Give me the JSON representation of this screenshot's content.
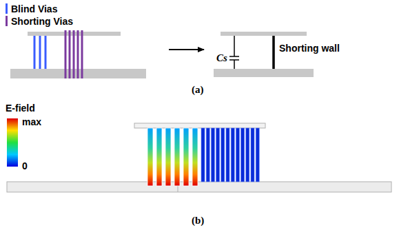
{
  "diagram": {
    "labels": [
      "Shorting wall",
      "Cs",
      "(a)",
      "E-field",
      "max",
      "0",
      "(b)"
    ],
    "legend": [
      {
        "text": "Blind Vias",
        "color": "#3a5cff"
      },
      {
        "text": "Shorting Vias",
        "color": "#7b3a9e"
      }
    ]
  }
}
